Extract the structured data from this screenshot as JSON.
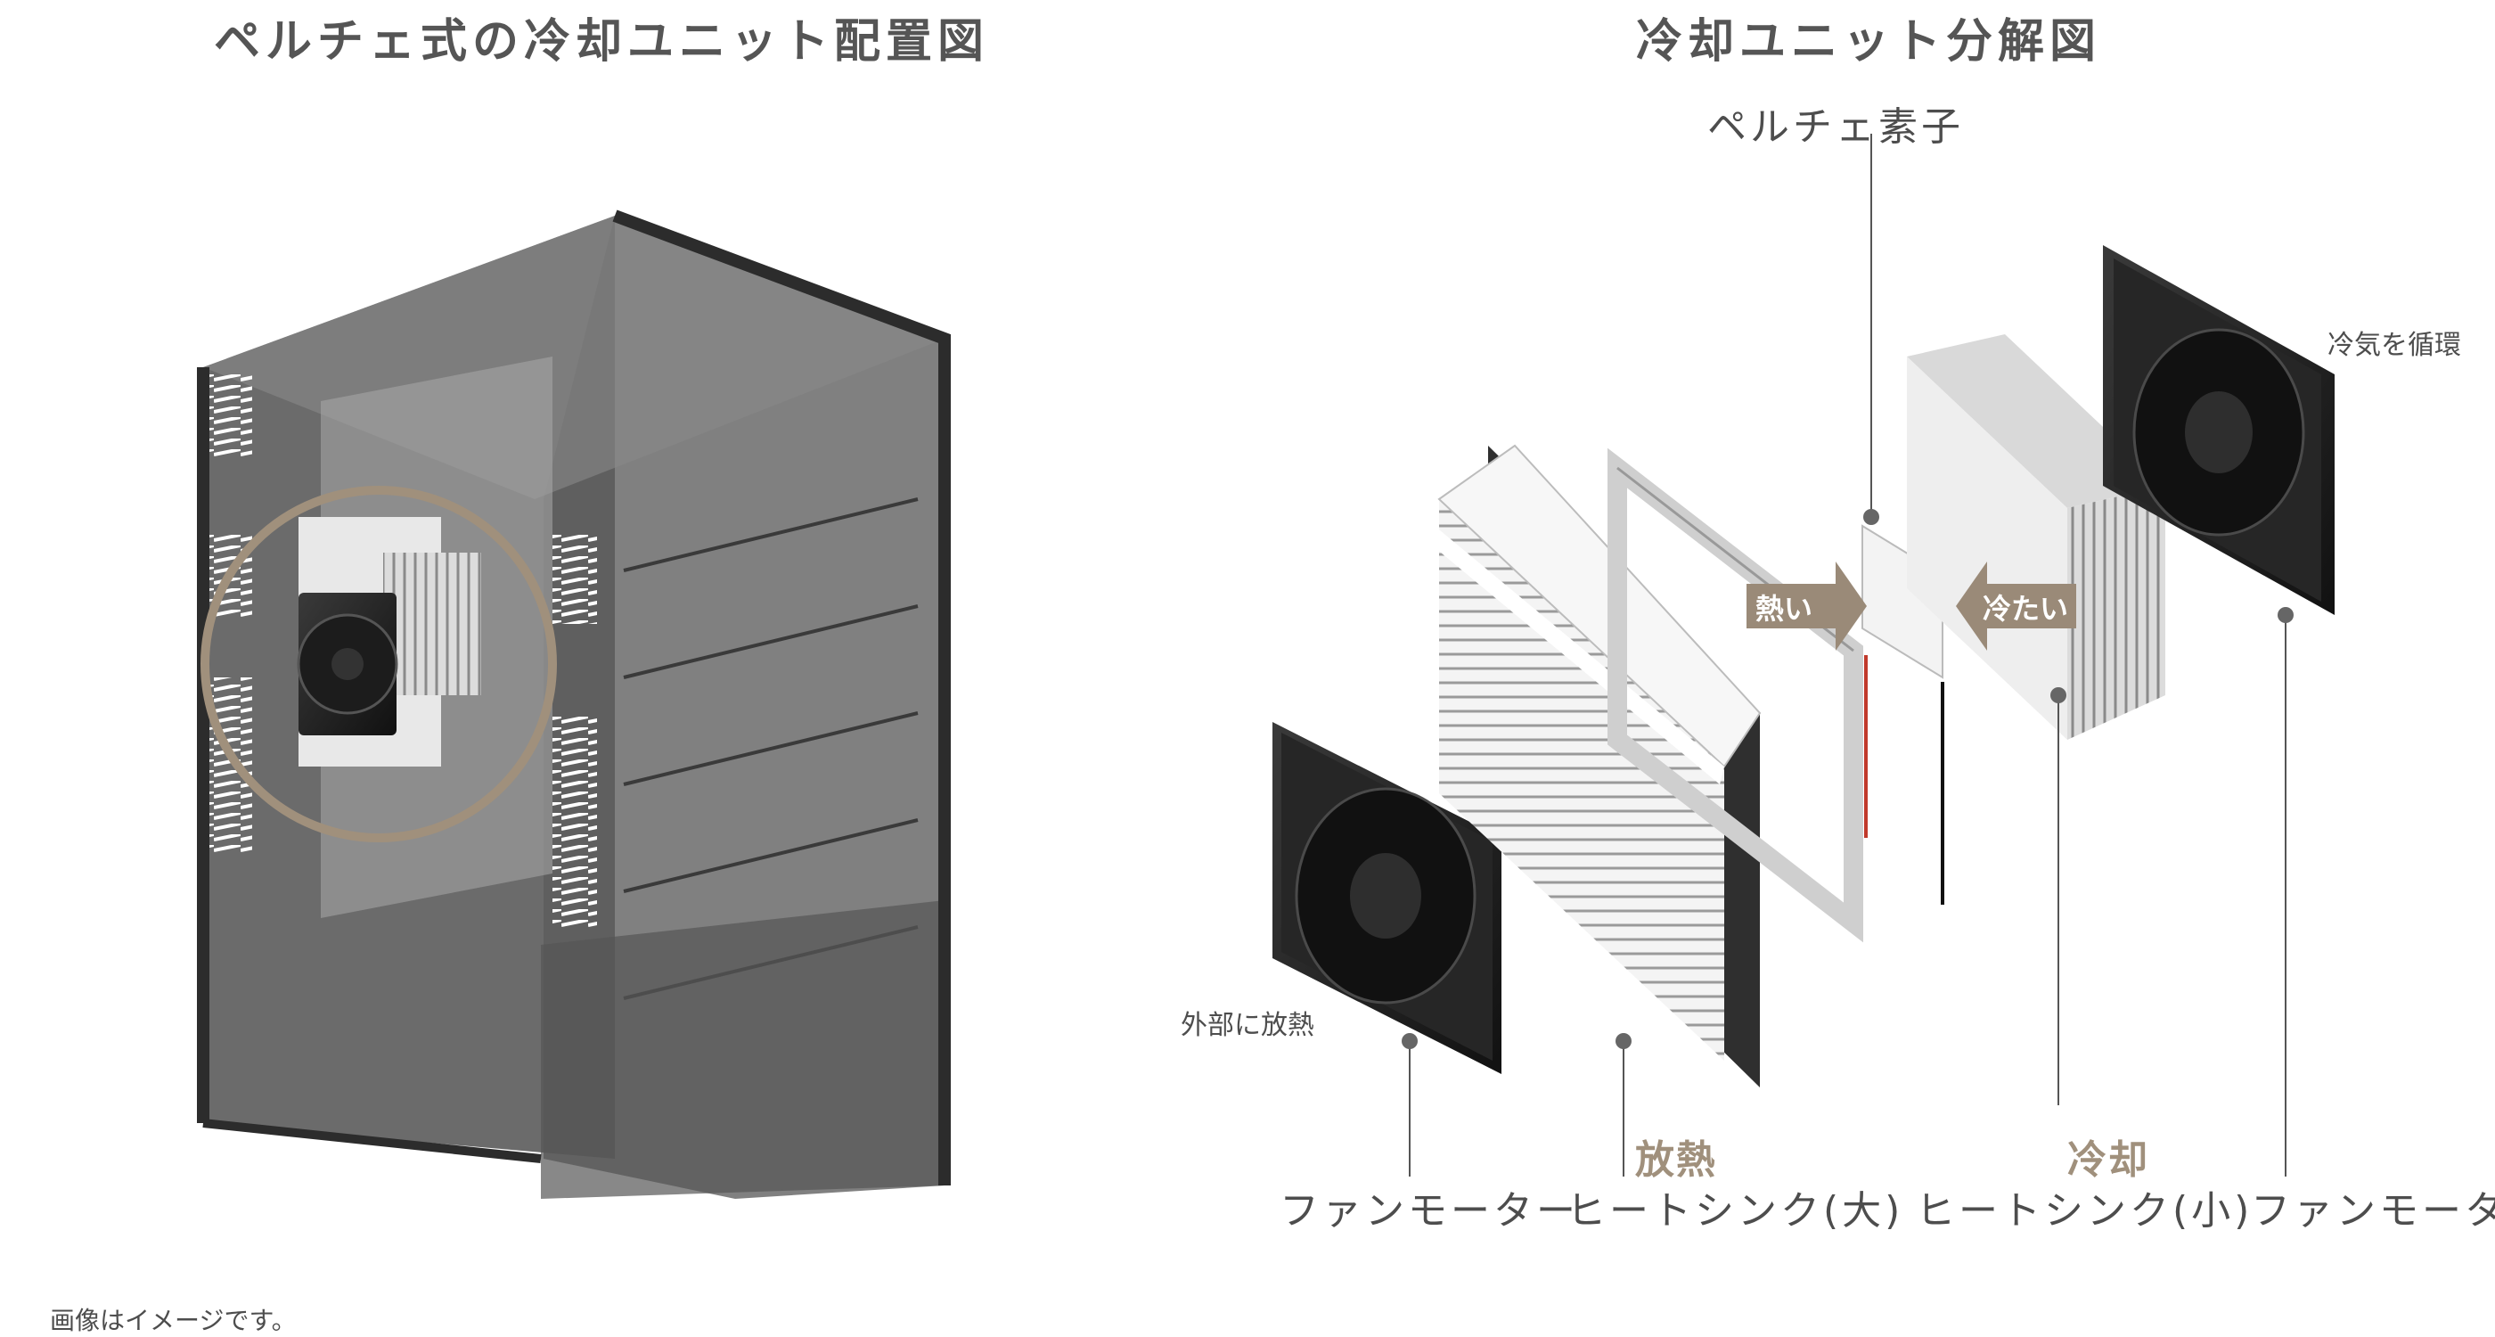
{
  "left_title": "ペルチェ式の冷却ユニット配置図",
  "right_title": "冷却ユニット分解図",
  "peltier_label": "ペルチェ素子",
  "circulate_label": "冷気を循環",
  "radiate_outside_label": "外部に放熱",
  "hot_arrow": "熱い",
  "cold_arrow": "冷たい",
  "heat_release": "放熱",
  "cooling": "冷却",
  "bottom_labels": [
    "ファンモーター",
    "ヒートシンク(大)",
    "ヒートシンク(小)",
    "ファンモーター"
  ],
  "footnote": "画像はイメージです。",
  "colors": {
    "accent": "#a0907c",
    "cabinet": "#4a4a4a",
    "red_line": "#c0392b"
  }
}
